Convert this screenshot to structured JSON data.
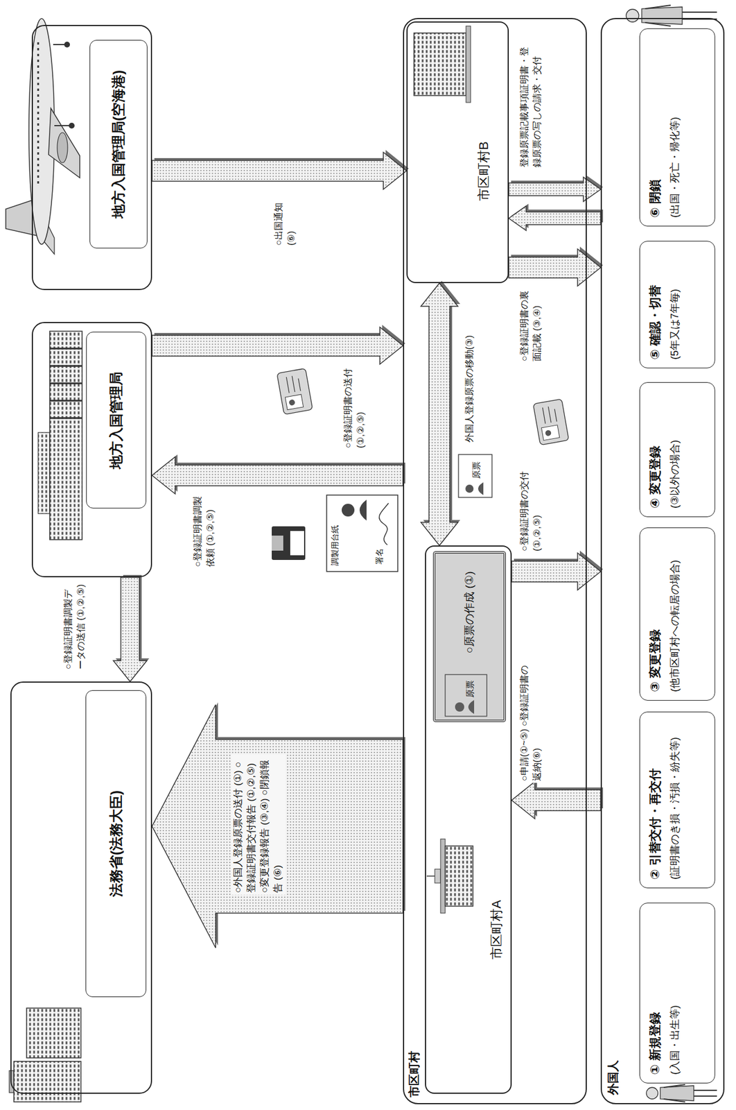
{
  "diagram": {
    "nodes": [
      {
        "text": [
          "法務省(法務大臣)"
        ]
      },
      {
        "text": [
          "地方入国管理局"
        ]
      },
      {
        "text": [
          "地方入国管理局(空海港)"
        ]
      },
      {
        "text": [
          "市区町村"
        ]
      },
      {
        "text": [
          "市区町村A"
        ],
        "in": 3
      },
      {
        "text": [
          "○原票の作成 (①)"
        ],
        "in": 4
      },
      {
        "text": [
          "市区町村B"
        ],
        "in": 3
      },
      {
        "text": [
          "外国人"
        ]
      },
      {
        "text": [
          "① 新規登録",
          "(入国・出生等)"
        ],
        "in": 7
      },
      {
        "text": [
          "② 引替交付・再交付",
          "(証明書のき損・汚損・紛失等)"
        ],
        "in": 7
      },
      {
        "text": [
          "③ 変更登録",
          "(他市区町村への転居の場合)"
        ],
        "in": 7
      },
      {
        "text": [
          "④ 変更登録",
          "(③以外の場合)"
        ],
        "in": 7
      },
      {
        "text": [
          "⑤ 確認・切替",
          "(5年又は7年毎)"
        ],
        "in": 7
      },
      {
        "text": [
          "⑥ 閉鎖",
          "(出国・死亡・帰化等)"
        ],
        "in": 7
      }
    ],
    "edges": [
      {
        "from": 3,
        "to": 0,
        "arrow": "to",
        "label": "○外国人登録原票の送付 (①) ○登録証明書交付報告 (①,②,⑤) ○変更登録報告 (③,④) ○閉鎖報告 (⑥)"
      },
      {
        "from": 1,
        "to": 0,
        "arrow": "to",
        "label": "○登録証明書調製データの送信 (①,②,⑤)"
      },
      {
        "from": 3,
        "to": 1,
        "arrow": "to",
        "label": "○登録証明書調製依頼 (①,②,⑤)"
      },
      {
        "from": 1,
        "to": 3,
        "arrow": "to",
        "label": "○登録証明書の送付 (①,②,⑤)"
      },
      {
        "from": 2,
        "to": 6,
        "arrow": "to",
        "label": "○出国通知 (⑥)"
      },
      {
        "from": 4,
        "to": 6,
        "arrow": "both",
        "label": "外国人登録原票の移動(③)"
      },
      {
        "from": 7,
        "to": 4,
        "arrow": "to",
        "label": "○申請(①~⑤) ○登録証明書の返納(⑥)"
      },
      {
        "from": 4,
        "to": 7,
        "arrow": "to",
        "label": "○登録証明書の交付 (①,②,⑤)"
      },
      {
        "from": 6,
        "to": 7,
        "arrow": "to",
        "label": "○登録証明書の裏面記載 (③,④)"
      },
      {
        "from": 7,
        "to": 6,
        "arrow": "to",
        "label": "登録原票記載事項証明書・登録原票の写しの請求・交付"
      },
      {
        "from": 6,
        "to": 7,
        "arrow": "to"
      }
    ],
    "labels": [
      "原票",
      "原票",
      "調製用台紙",
      "署名"
    ]
  }
}
